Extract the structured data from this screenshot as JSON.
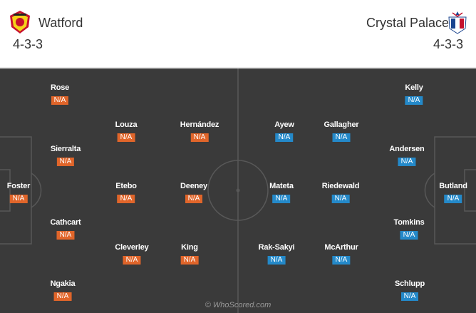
{
  "home": {
    "name": "Watford",
    "formation": "4-3-3",
    "players": [
      {
        "name": "Rose",
        "rating": "N/A"
      },
      {
        "name": "Sierralta",
        "rating": "N/A"
      },
      {
        "name": "Foster",
        "rating": "N/A"
      },
      {
        "name": "Cathcart",
        "rating": "N/A"
      },
      {
        "name": "Ngakia",
        "rating": "N/A"
      },
      {
        "name": "Louza",
        "rating": "N/A"
      },
      {
        "name": "Etebo",
        "rating": "N/A"
      },
      {
        "name": "Cleverley",
        "rating": "N/A"
      },
      {
        "name": "Hernández",
        "rating": "N/A"
      },
      {
        "name": "Deeney",
        "rating": "N/A"
      },
      {
        "name": "King",
        "rating": "N/A"
      }
    ]
  },
  "away": {
    "name": "Crystal Palace",
    "formation": "4-3-3",
    "players": [
      {
        "name": "Ayew",
        "rating": "N/A"
      },
      {
        "name": "Mateta",
        "rating": "N/A"
      },
      {
        "name": "Rak-Sakyi",
        "rating": "N/A"
      },
      {
        "name": "Gallagher",
        "rating": "N/A"
      },
      {
        "name": "Riedewald",
        "rating": "N/A"
      },
      {
        "name": "McArthur",
        "rating": "N/A"
      },
      {
        "name": "Kelly",
        "rating": "N/A"
      },
      {
        "name": "Andersen",
        "rating": "N/A"
      },
      {
        "name": "Tomkins",
        "rating": "N/A"
      },
      {
        "name": "Schlupp",
        "rating": "N/A"
      },
      {
        "name": "Butland",
        "rating": "N/A"
      }
    ]
  },
  "colors": {
    "pitch": "#3a3a3a",
    "home_rating": "#e0652a",
    "away_rating": "#2489c9"
  },
  "watermark": "© WhoScored.com"
}
